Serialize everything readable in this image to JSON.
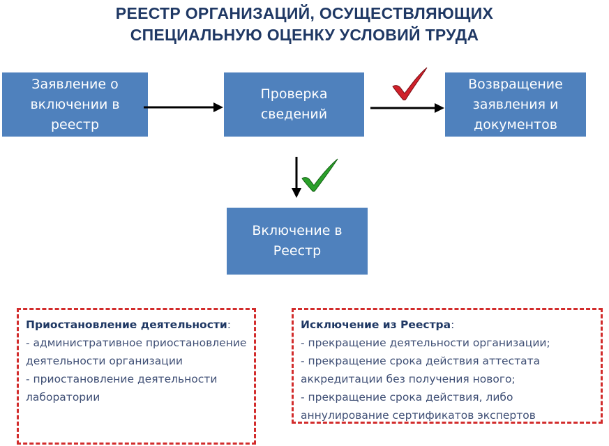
{
  "title": {
    "line1": "РЕЕСТР ОРГАНИЗАЦИЙ, ОСУЩЕСТВЛЯЮЩИХ",
    "line2": "СПЕЦИАЛЬНУЮ ОЦЕНКУ УСЛОВИЙ ТРУДА"
  },
  "flow": {
    "application": {
      "line1": "Заявление о",
      "line2": "включении в",
      "line3": "реестр"
    },
    "check": {
      "line1": "Проверка",
      "line2": "сведений"
    },
    "return": {
      "line1": "Возвращение",
      "line2": "заявления и",
      "line3": "документов"
    },
    "include": {
      "line1": "Включение в",
      "line2": "Реестр"
    }
  },
  "marks": {
    "return_check_color": "#d0202a",
    "include_check_color": "#2aa02a",
    "return_check_icon": "checkmark-icon",
    "include_check_icon": "checkmark-icon"
  },
  "suspend_panel": {
    "heading": "Приостановление деятельности",
    "heading_suffix": ":",
    "items": [
      "- административное приостановление деятельности организации",
      "- приостановление деятельности лаборатории"
    ]
  },
  "exclude_panel": {
    "heading": "Исключение из Реестра",
    "heading_suffix": ":",
    "items": [
      "- прекращение деятельности организации;",
      "- прекращение срока действия аттестата аккредитации без получения нового;",
      "- прекращение срока действия, либо аннулирование сертификатов экспертов"
    ]
  },
  "colors": {
    "box_fill": "#4f81bd",
    "title_text": "#1f3864",
    "dashed_border": "#d22c2c"
  }
}
